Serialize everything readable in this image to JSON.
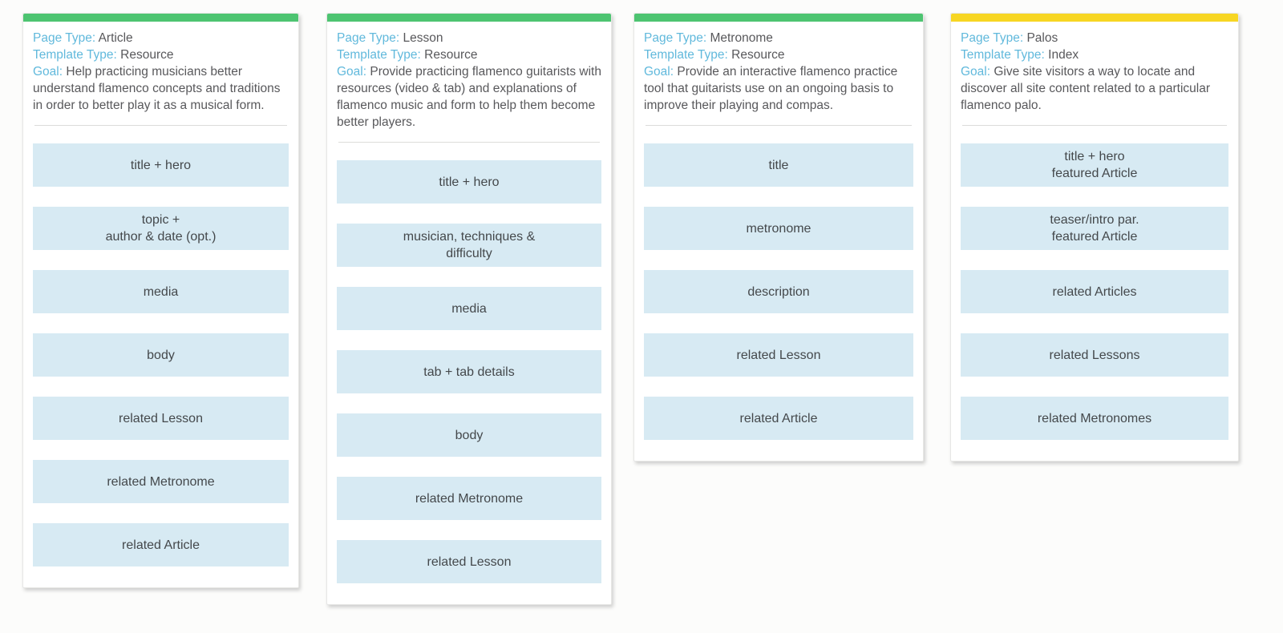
{
  "colors": {
    "page_bg": "#fcfcfb",
    "card_border": "#e7e7e5",
    "green_accent": "#4dc471",
    "yellow_accent": "#f7d623",
    "label_blue": "#61b9dc",
    "text_gray": "#58585b",
    "block_bg": "#d7eaf3",
    "block_text": "#44484b",
    "divider": "#dcdcda"
  },
  "labels": {
    "page_type": "Page Type:",
    "template_type": "Template Type:",
    "goal": "Goal:"
  },
  "cards": [
    {
      "accent_color": "#4dc471",
      "page_type": "Article",
      "template_type": "Resource",
      "goal": "Help practicing musicians better understand flamenco concepts and traditions in order to better play it as a musical form.",
      "blocks": [
        "title + hero",
        "topic +\nauthor & date (opt.)",
        "media",
        "body",
        "related Lesson",
        "related Metronome",
        "related Article"
      ]
    },
    {
      "accent_color": "#4dc471",
      "page_type": "Lesson",
      "template_type": "Resource",
      "goal": "Provide practicing flamenco guitarists with resources (video & tab) and explanations of flamenco music and form to help them become better players.",
      "blocks": [
        "title + hero",
        "musician, techniques &\ndifficulty",
        "media",
        "tab + tab details",
        "body",
        "related Metronome",
        "related Lesson"
      ]
    },
    {
      "accent_color": "#4dc471",
      "page_type": "Metronome",
      "template_type": "Resource",
      "goal": "Provide an interactive flamenco practice tool that guitarists use on an ongoing basis to improve their playing and compas.",
      "blocks": [
        "title",
        "metronome",
        "description",
        "related Lesson",
        "related Article"
      ]
    },
    {
      "accent_color": "#f7d623",
      "page_type": "Palos",
      "template_type": "Index",
      "goal": "Give site visitors a way to locate and discover all site content related to a particular flamenco palo.",
      "blocks": [
        "title + hero\nfeatured Article",
        "teaser/intro par.\nfeatured Article",
        "related Articles",
        "related Lessons",
        "related Metronomes"
      ]
    }
  ]
}
